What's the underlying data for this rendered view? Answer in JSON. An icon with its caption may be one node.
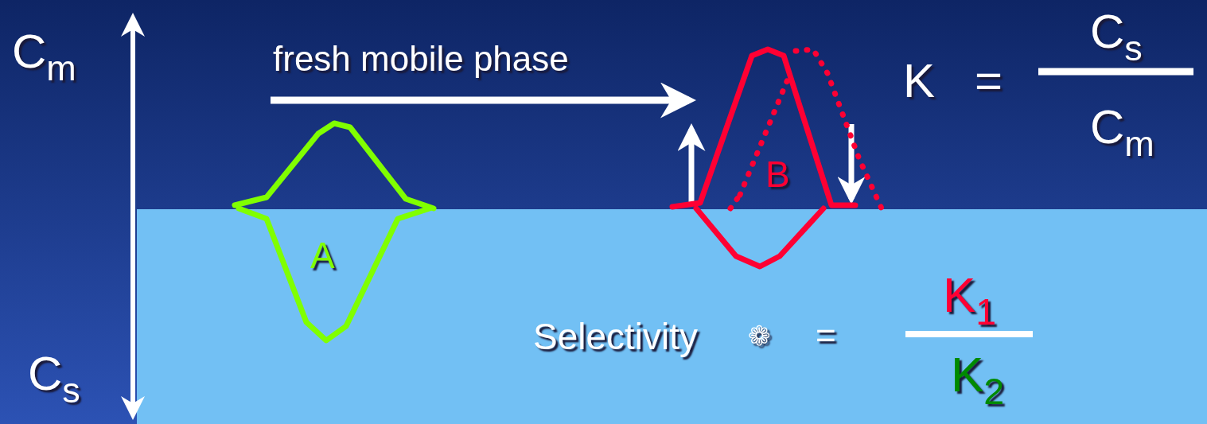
{
  "diagram": {
    "nodes": [
      {
        "text": [
          "A"
        ]
      },
      {
        "text": [
          "B"
        ]
      }
    ],
    "labels": [
      "C$_{m}$",
      "fresh mobile phase",
      "K",
      "=",
      "C$_{s}$",
      "C$_{m}$",
      "Selectivity",
      "❁",
      "=",
      "K$_{1}$",
      "K$_{2}$",
      "C$_{s}$"
    ]
  }
}
